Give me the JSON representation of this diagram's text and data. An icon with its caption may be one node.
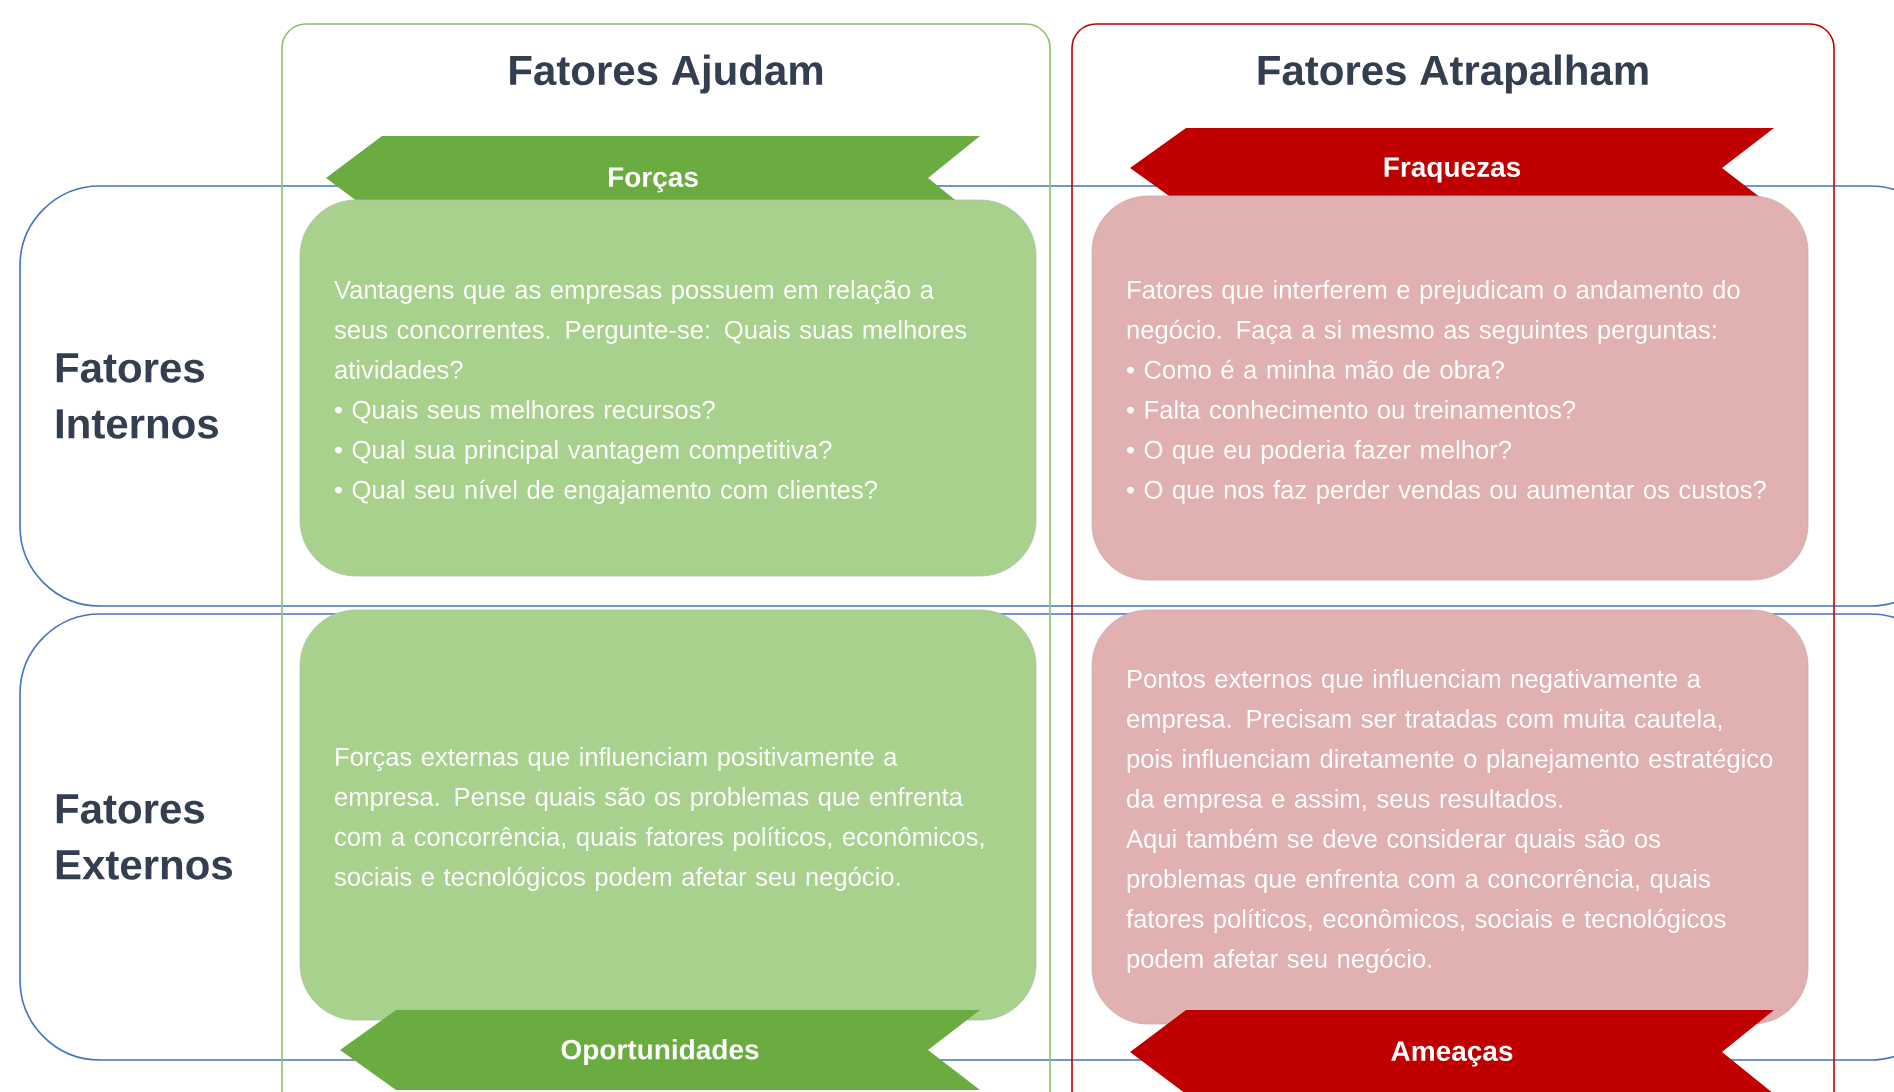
{
  "diagram": {
    "nodes": [
      {
        "text": [
          "Fatores Ajudam"
        ]
      },
      {
        "text": [
          "Fatores Atrapalham"
        ]
      },
      {
        "text": [
          "Fatores Internos"
        ]
      },
      {
        "text": [
          "Fatores Externos"
        ]
      },
      {
        "text": [
          "Forças"
        ],
        "in": 0
      },
      {
        "text": [
          "Vantagens que as empresas possuem em relação a seus concorrentes. Pergunte-se: Quais suas melhores atividades?",
          "• Quais seus melhores recursos?",
          "• Qual sua principal vantagem competitiva?",
          "• Qual seu nível de engajamento com clientes?"
        ]
      },
      {
        "text": [
          "Fraquezas"
        ],
        "in": 1
      },
      {
        "text": [
          "Fatores que interferem e prejudicam o andamento do negócio. Faça a si mesmo as seguintes perguntas:",
          "• Como é a minha mão de obra?",
          "• Falta conhecimento ou treinamentos?",
          "• O que eu poderia fazer melhor?",
          "• O que nos faz perder vendas ou aumentar os custos?"
        ]
      },
      {
        "text": [
          "Forças externas que influenciam positivamente a empresa. Pense quais são os problemas que enfrenta com a concorrência, quais fatores políticos, econômicos, sociais e tecnológicos podem afetar seu negócio."
        ]
      },
      {
        "text": [
          "Oportunidades"
        ],
        "in": 0
      },
      {
        "text": [
          "Pontos externos que influenciam negativamente a empresa. Precisam ser tratadas com muita cautela, pois influenciam diretamente o planejamento estratégico da empresa e assim, seus resultados.",
          "Aqui também se deve considerar quais são os problemas que enfrenta com a concorrência, quais fatores políticos, econômicos, sociais e tecnológicos podem afetar seu negócio."
        ]
      },
      {
        "text": [
          "Ameaças"
        ],
        "in": 1
      }
    ],
    "edges": []
  }
}
